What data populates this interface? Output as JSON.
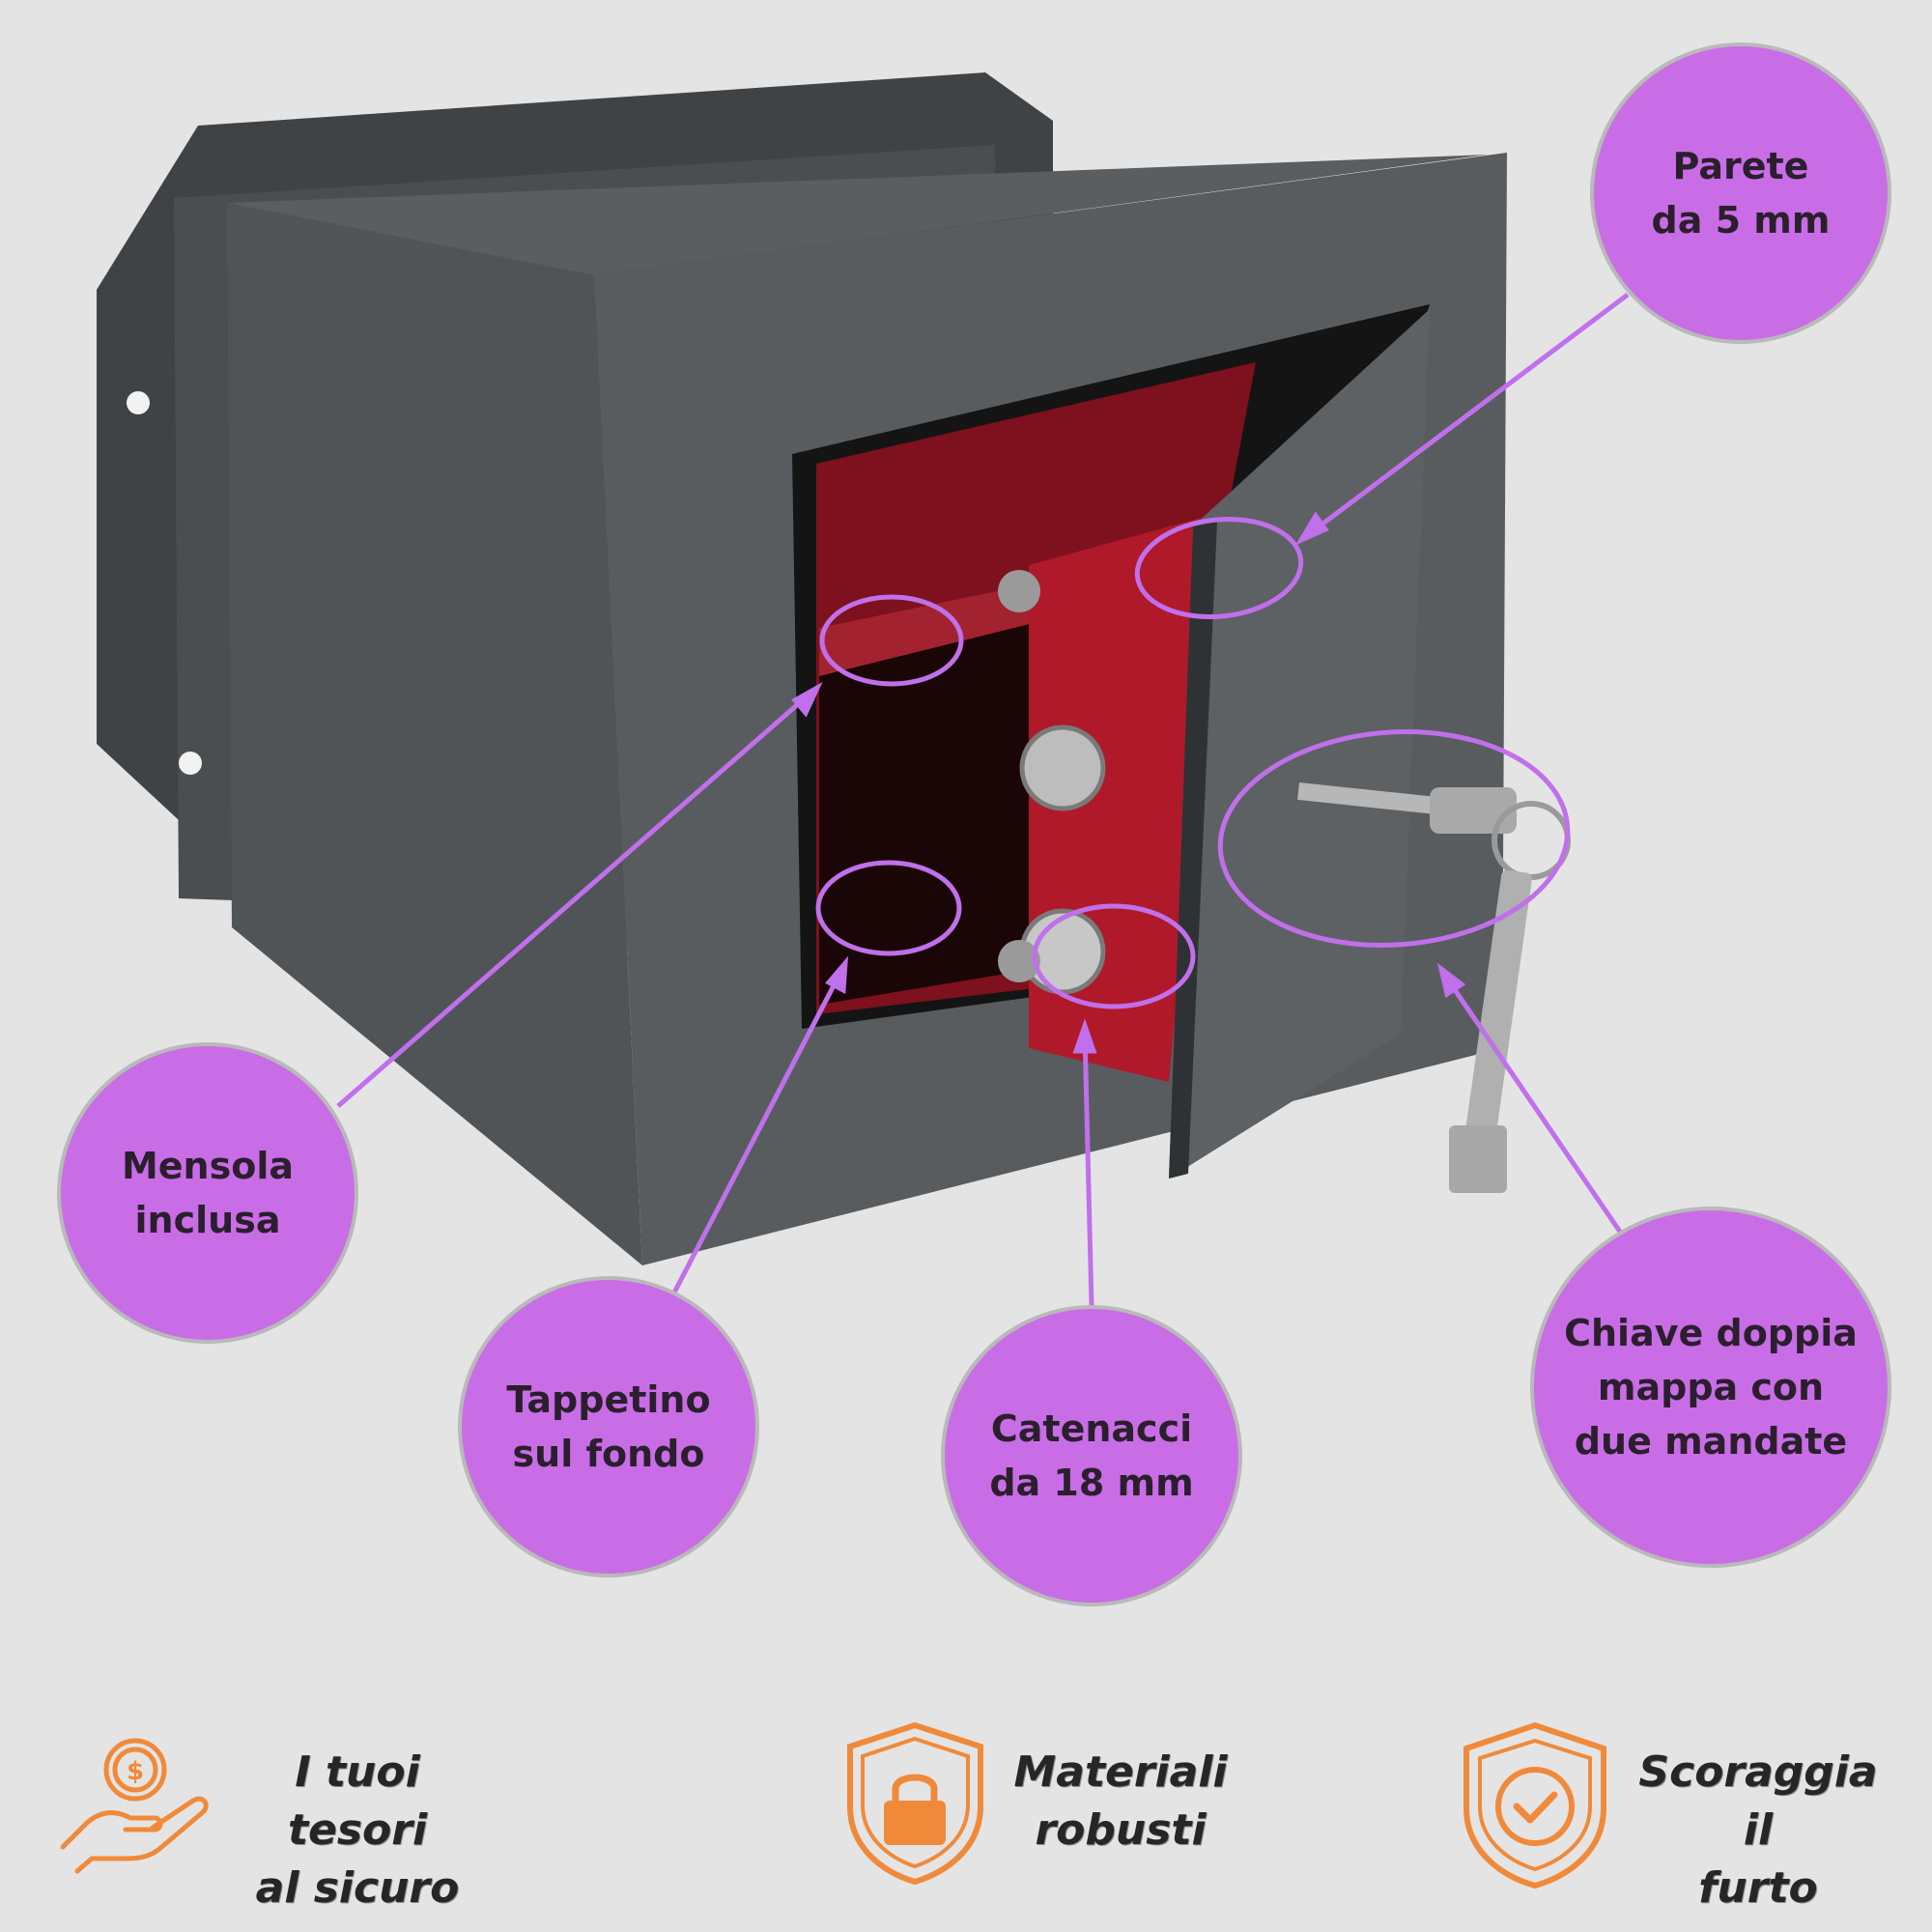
{
  "callouts": {
    "parete": {
      "line1": "Parete",
      "line2": "da 5 mm"
    },
    "mensola": {
      "line1": "Mensola",
      "line2": "inclusa"
    },
    "tappetino": {
      "line1": "Tappetino",
      "line2": "sul fondo"
    },
    "catenacci": {
      "line1": "Catenacci",
      "line2": "da 18 mm"
    },
    "chiave": {
      "line1": "Chiave doppia",
      "line2": "mappa con",
      "line3": "due mandate"
    }
  },
  "features": [
    {
      "icon": "hand-coin-icon",
      "line1": "I tuoi tesori",
      "line2": "al sicuro"
    },
    {
      "icon": "shield-lock-icon",
      "line1": "Materiali",
      "line2": "robusti"
    },
    {
      "icon": "shield-check-icon",
      "line1": "Scoraggia il",
      "line2": "furto"
    }
  ],
  "colors": {
    "background": "#e4e4e4",
    "callout_fill": "#c96de6",
    "callout_line": "#c070ea",
    "safe_body": "#4b4f52",
    "safe_interior": "#8e1522",
    "icon_orange": "#f08a3a"
  }
}
